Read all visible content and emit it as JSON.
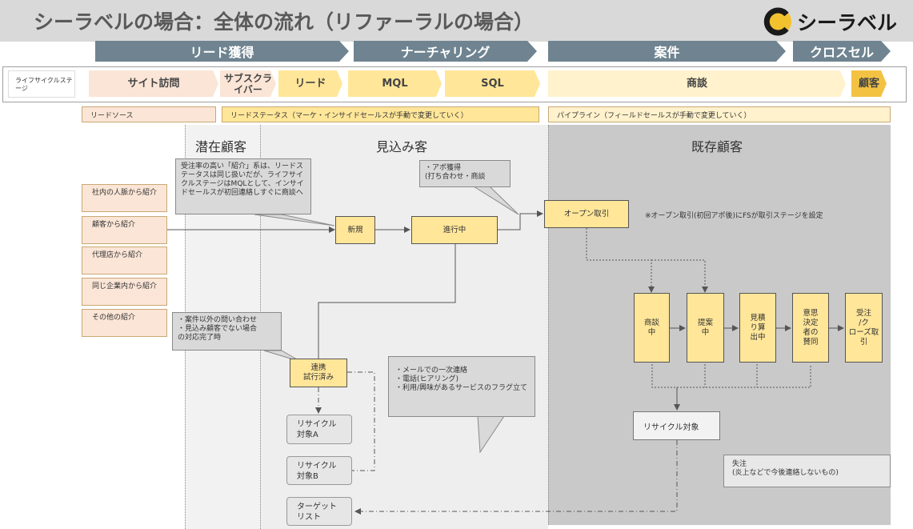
{
  "header": {
    "title": "シーラベルの場合：全体の流れ（リファーラルの場合）",
    "logo_text": "シーラベル"
  },
  "phases": [
    "リード獲得",
    "ナーチャリング",
    "案件",
    "クロスセル"
  ],
  "lifecycle": {
    "label": "ライフサイクルステージ",
    "stages": [
      "サイト訪問",
      "サブスクライバー",
      "リード",
      "MQL",
      "SQL",
      "商談",
      "顧客"
    ]
  },
  "status_tags": {
    "source": "リードソース",
    "lead_status": "リードステータス（マーケ・インサイドセールスが手動で変更していく）",
    "pipeline": "パイプライン（フィールドセールスが手動で変更していく）"
  },
  "zones": {
    "potential": "潜在顧客",
    "prospect": "見込み客",
    "existing": "既存顧客"
  },
  "sources": [
    "社内の人脈から紹介",
    "顧客から紹介",
    "代理店から紹介",
    "同じ企業内から紹介",
    "その他の紹介"
  ],
  "notes": {
    "referral": "受注率の高い「紹介」系は、リードステータスは同じ扱いだが、ライフサイクルステージはMQLとして、インサイドセールスが初回連絡しすぐに商談へ",
    "appointment": "・アポ獲得\n(打ち合わせ・商談",
    "other_inquiry": "・案件以外の問い合わせ\n・見込み顧客でない場合\nの対応完了時",
    "contact": "・メールでの一次連絡\n・電話(ヒアリング)\n・利用/興味があるサービスのフラグ立て",
    "lost": "失注\n(炎上などで今後連絡しないもの)"
  },
  "lead_boxes": {
    "new": "新規",
    "in_progress": "進行中",
    "attempted": "連携\n試行済み"
  },
  "recycle": {
    "a": "リサイクル\n対象A",
    "b": "リサイクル\n対象B",
    "target": "ターゲット\nリスト",
    "deal_recycle": "リサイクル対象"
  },
  "deal": {
    "open": "オープン取引",
    "open_note": "※オープン取引(初回アポ後)にFSが取引ステージを設定",
    "stages": [
      "商談\n中",
      "提案\n中",
      "見積\nり算\n出中",
      "意思\n決定\n者の\n賛同",
      "受注\n/ク\nローズ取\n引"
    ]
  },
  "colors": {
    "header_bg": "#d9d9d9",
    "phase_arrow": "#6f8490",
    "stage_peach": "#fbe5d6",
    "stage_yellow": "#ffe699",
    "stage_cream": "#fff2cc",
    "stage_gold": "#f4c242",
    "existing_bg": "#c9c9c9",
    "prospect_bg": "#f2f2f2"
  }
}
